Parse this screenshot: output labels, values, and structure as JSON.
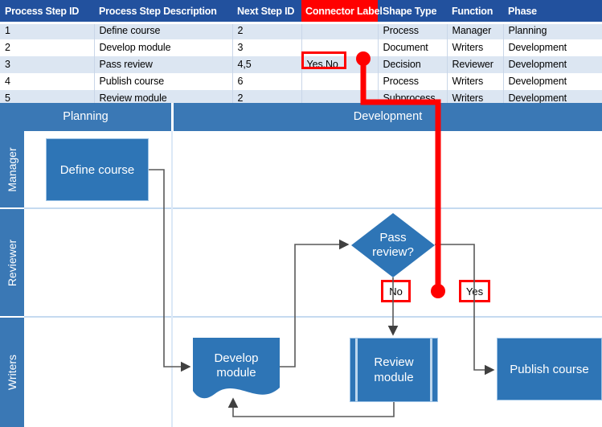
{
  "table": {
    "columns": [
      "Process Step ID",
      "Process Step Description",
      "Next Step ID",
      "Connector Label",
      "Shape Type",
      "Function",
      "Phase"
    ],
    "highlight_column": "Connector Label",
    "highlight_color": "#FF0000",
    "header_bg": "#22519E",
    "rows": [
      {
        "id": "1",
        "description": "Define course",
        "next": "2",
        "connector": "",
        "shape": "Process",
        "function": "Manager",
        "phase": "Planning"
      },
      {
        "id": "2",
        "description": "Develop module",
        "next": "3",
        "connector": "",
        "shape": "Document",
        "function": "Writers",
        "phase": "Development"
      },
      {
        "id": "3",
        "description": "Pass review",
        "next": "4,5",
        "connector": "Yes,No",
        "shape": "Decision",
        "function": "Reviewer",
        "phase": "Development"
      },
      {
        "id": "4",
        "description": "Publish course",
        "next": "6",
        "connector": "",
        "shape": "Process",
        "function": "Writers",
        "phase": "Development"
      },
      {
        "id": "5",
        "description": "Review module",
        "next": "2",
        "connector": "",
        "shape": "Subprocess",
        "function": "Writers",
        "phase": "Development"
      }
    ]
  },
  "diagram": {
    "phases": [
      {
        "label": "Planning"
      },
      {
        "label": "Development"
      }
    ],
    "lanes": [
      {
        "label": "Manager"
      },
      {
        "label": "Reviewer"
      },
      {
        "label": "Writers"
      }
    ],
    "shapes": [
      {
        "name": "define-course",
        "label": "Define course",
        "type": "process"
      },
      {
        "name": "pass-review",
        "label_line1": "Pass",
        "label_line2": "review?",
        "type": "decision"
      },
      {
        "name": "develop-module",
        "label_line1": "Develop",
        "label_line2": "module",
        "type": "document"
      },
      {
        "name": "review-module",
        "label_line1": "Review",
        "label_line2": "module",
        "type": "subprocess"
      },
      {
        "name": "publish-course",
        "label": "Publish course",
        "type": "process"
      }
    ],
    "connector_labels": [
      {
        "name": "no",
        "text": "No"
      },
      {
        "name": "yes",
        "text": "Yes"
      }
    ],
    "shape_fill": "#2E75B6",
    "band_fill": "#3A78B5",
    "lane_divider": "#C5DAF0",
    "connector_stroke": "#595959"
  },
  "annotation": {
    "color": "#FF0000",
    "callout_cell": "Yes,No",
    "callout_target": "No"
  }
}
